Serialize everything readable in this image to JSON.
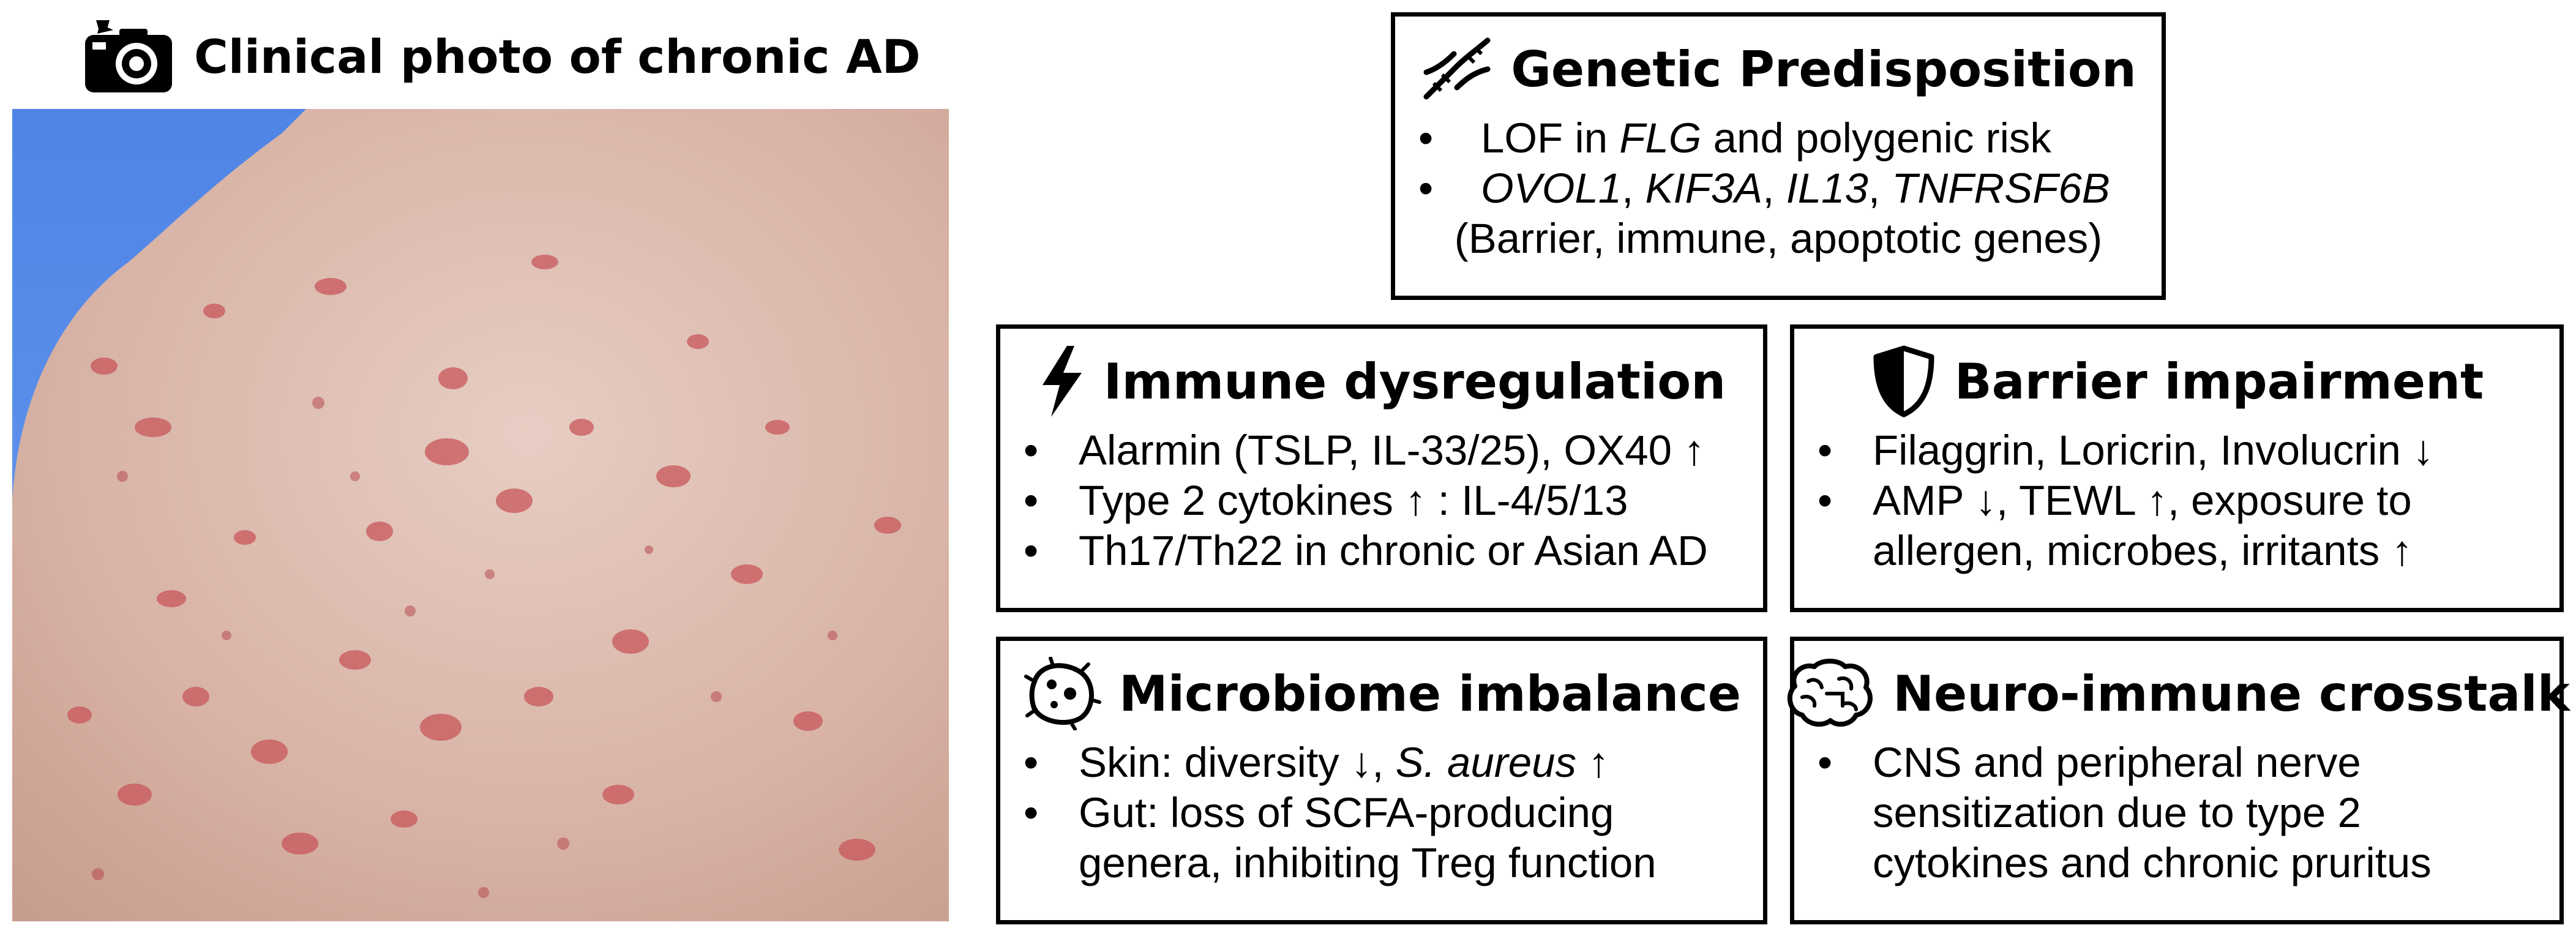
{
  "photo": {
    "title": "Clinical photo of chronic AD",
    "icon": "camera-icon"
  },
  "boxes": {
    "genetic": {
      "title": "Genetic Predisposition",
      "icon": "dna-icon",
      "line1_a": "LOF in ",
      "line1_b": "FLG",
      "line1_c": " and polygenic risk",
      "line2_a": "OVOL1",
      "line2_b": ", ",
      "line2_c": "KIF3A",
      "line2_d": ", ",
      "line2_e": "IL13",
      "line2_f": ", ",
      "line2_g": "TNFRSF6B",
      "line3": "(Barrier, immune, apoptotic genes)"
    },
    "immune": {
      "title": "Immune dysregulation",
      "icon": "lightning-icon",
      "items": [
        "Alarmin (TSLP, IL-33/25), OX40 ↑",
        "Type 2 cytokines ↑ : IL-4/5/13",
        "Th17/Th22 in chronic or Asian AD"
      ]
    },
    "barrier": {
      "title": "Barrier impairment",
      "icon": "shield-icon",
      "items": [
        "Filaggrin, Loricrin, Involucrin ↓",
        "AMP ↓, TEWL ↑, exposure to",
        "allergen, microbes, irritants  ↑"
      ]
    },
    "microbiome": {
      "title": "Microbiome imbalance",
      "icon": "microbe-icon",
      "line1_a": "Skin: diversity ↓, ",
      "line1_b": "S. aureus",
      "line1_c": " ↑",
      "line2": "Gut: loss of SCFA-producing",
      "line3": "genera, inhibiting Treg function"
    },
    "neuro": {
      "title": "Neuro-immune crosstalk",
      "icon": "brain-icon",
      "items": [
        "CNS and peripheral nerve",
        "sensitization due to type 2",
        "cytokines and chronic pruritus"
      ]
    }
  },
  "colors": {
    "sky": "#5b8fe8",
    "skin": "#d9b8ac",
    "lesion": "#c8555b"
  }
}
